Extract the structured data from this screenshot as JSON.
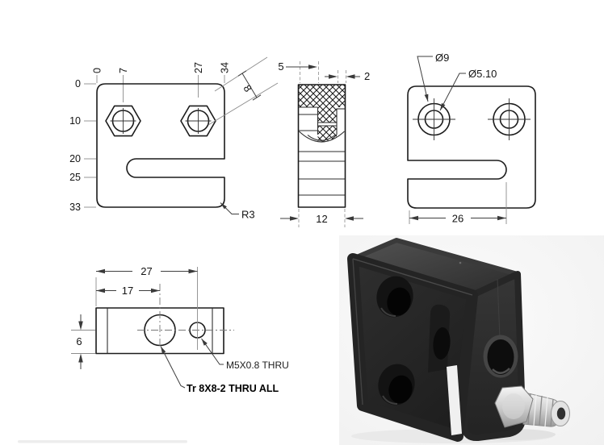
{
  "colors": {
    "background": "#ffffff",
    "drawing_line": "#1b1b1b",
    "dimension_line": "#3f3f3f",
    "photo_background": "#f6f6f6",
    "block": "#282828",
    "screw_metal": "#d9d9d9"
  },
  "front_view": {
    "top_ordinates": [
      "0",
      "7",
      "27",
      "34"
    ],
    "left_ordinates": [
      "0",
      "10",
      "20",
      "25",
      "33"
    ],
    "diagonal_dim": "8",
    "radius_note": "R3"
  },
  "section_view": {
    "left_wall_dim": "5",
    "right_wall_dim": "2",
    "depth_dim": "12"
  },
  "back_view": {
    "counterbore_dia": "Ø9",
    "thru_hole_dia": "Ø5.10",
    "slot_depth_dim": "26"
  },
  "bottom_view": {
    "width_dim": "27",
    "center_dim": "17",
    "height_dim": "6",
    "m5_note": "M5X0.8 THRU",
    "tr8_note": "Tr 8X8-2 THRU ALL"
  }
}
